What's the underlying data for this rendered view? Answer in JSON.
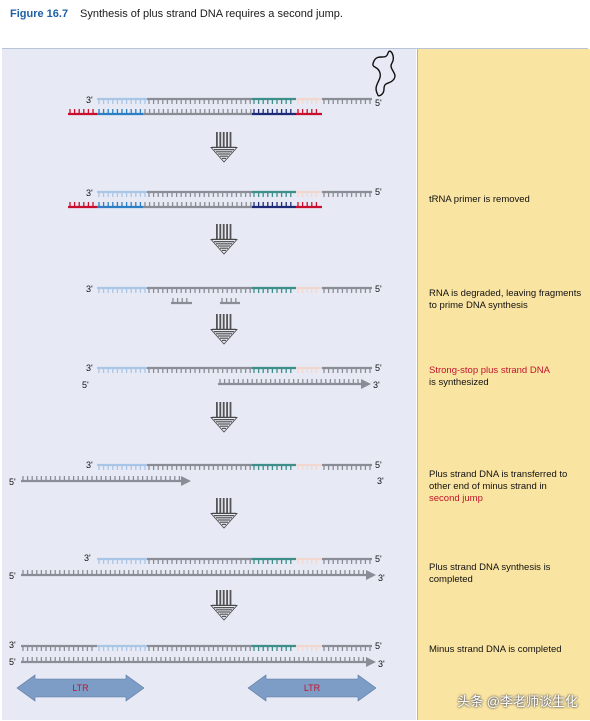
{
  "header": {
    "figure_label": "Figure 16.7",
    "caption": "Synthesis of plus strand DNA requires a second jump."
  },
  "labels": {
    "three_prime": "3'",
    "five_prime": "5'",
    "ltr": "LTR"
  },
  "steps": [
    {
      "text": ""
    },
    {
      "text": "tRNA primer is removed"
    },
    {
      "text": "RNA is degraded, leaving fragments to prime DNA synthesis"
    },
    {
      "text_red": "Strong-stop plus strand DNA",
      "text": "is synthesized"
    },
    {
      "text": "Plus strand DNA is transferred to other end of minus strand in",
      "text_red": "second jump"
    },
    {
      "text": "Plus strand DNA synthesis is completed"
    },
    {
      "text": "Minus strand DNA is completed"
    }
  ],
  "colors": {
    "left_panel": "#e7eaf4",
    "right_panel": "#fae4a2",
    "gray_strand": "#8a8d96",
    "light_blue_segment": "#a9c6e6",
    "pink_segment": "#f1d7cf",
    "teal_segment": "#3e8f8a",
    "navy_segment": "#1d2a78",
    "blue_segment": "#2c7fc4",
    "trna_red": "#c8102e",
    "ltr_arrow": "#7d9cc6",
    "caption_red": "#c0142b",
    "figure_blue": "#1e5fa8"
  },
  "icons": {
    "down_arrow": "down-arrow-icon",
    "trna_cloverleaf": "trna-icon",
    "ltr_double_arrow": "double-arrow-icon"
  },
  "watermark": "头条 @李老师谈生化"
}
